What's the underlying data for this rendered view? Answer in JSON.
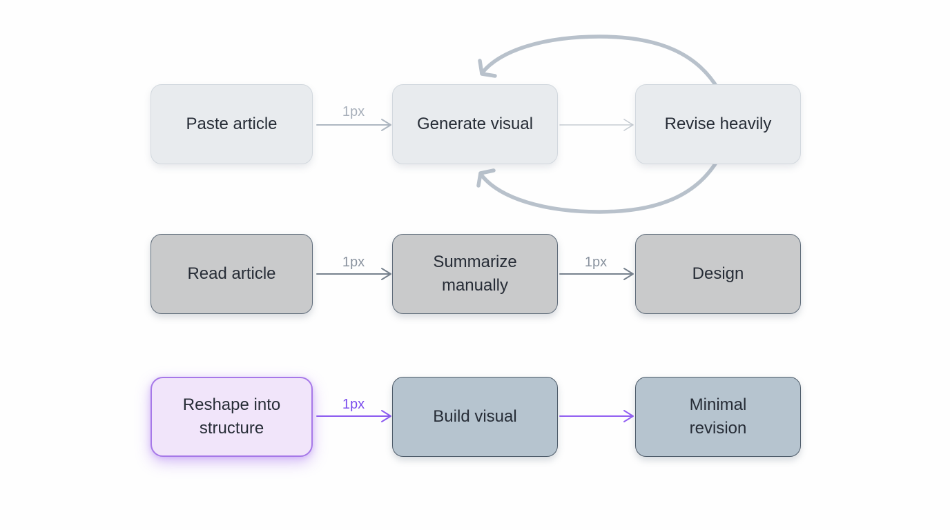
{
  "background_color": "#fefefe",
  "diagram": {
    "rows": [
      {
        "name": "ai-generate-then-revise-flow",
        "node_fill": "#e8ebee",
        "node_border": "#d2d8de",
        "arrow_color": "#aeb7c1",
        "edge_label_color": "#a6aeb9",
        "nodes": [
          {
            "label": "Paste article"
          },
          {
            "label": "Generate visual"
          },
          {
            "label": "Revise heavily"
          }
        ],
        "edges": [
          {
            "from": "Paste article",
            "to": "Generate visual",
            "label": "1px"
          },
          {
            "from": "Generate visual",
            "to": "Revise heavily",
            "label": ""
          }
        ],
        "loop": {
          "description": "cycle arrows between Revise heavily and Generate visual",
          "color": "#b8c1cb"
        }
      },
      {
        "name": "manual-summarize-design-flow",
        "node_fill": "#c9cacb",
        "node_border": "#5f6c7a",
        "arrow_color": "#76818d",
        "edge_label_color": "#8a939f",
        "nodes": [
          {
            "label": "Read article"
          },
          {
            "label": "Summarize\nmanually"
          },
          {
            "label": "Design"
          }
        ],
        "edges": [
          {
            "from": "Read article",
            "to": "Summarize manually",
            "label": "1px"
          },
          {
            "from": "Summarize manually",
            "to": "Design",
            "label": "1px"
          }
        ]
      },
      {
        "name": "structured-build-flow",
        "node_fill": "#b6c4cf",
        "node_border": "#4e5c6a",
        "highlight_fill": "#f1e5fa",
        "highlight_border": "#a678e8",
        "arrow_color": "#8b5af0",
        "edge_label_color": "#7a4ced",
        "nodes": [
          {
            "label": "Reshape into\nstructure",
            "highlighted": true
          },
          {
            "label": "Build visual"
          },
          {
            "label": "Minimal\nrevision"
          }
        ],
        "edges": [
          {
            "from": "Reshape into structure",
            "to": "Build visual",
            "label": "1px"
          },
          {
            "from": "Build visual",
            "to": "Minimal revision",
            "label": ""
          }
        ]
      }
    ],
    "text_color": "#262c36"
  }
}
